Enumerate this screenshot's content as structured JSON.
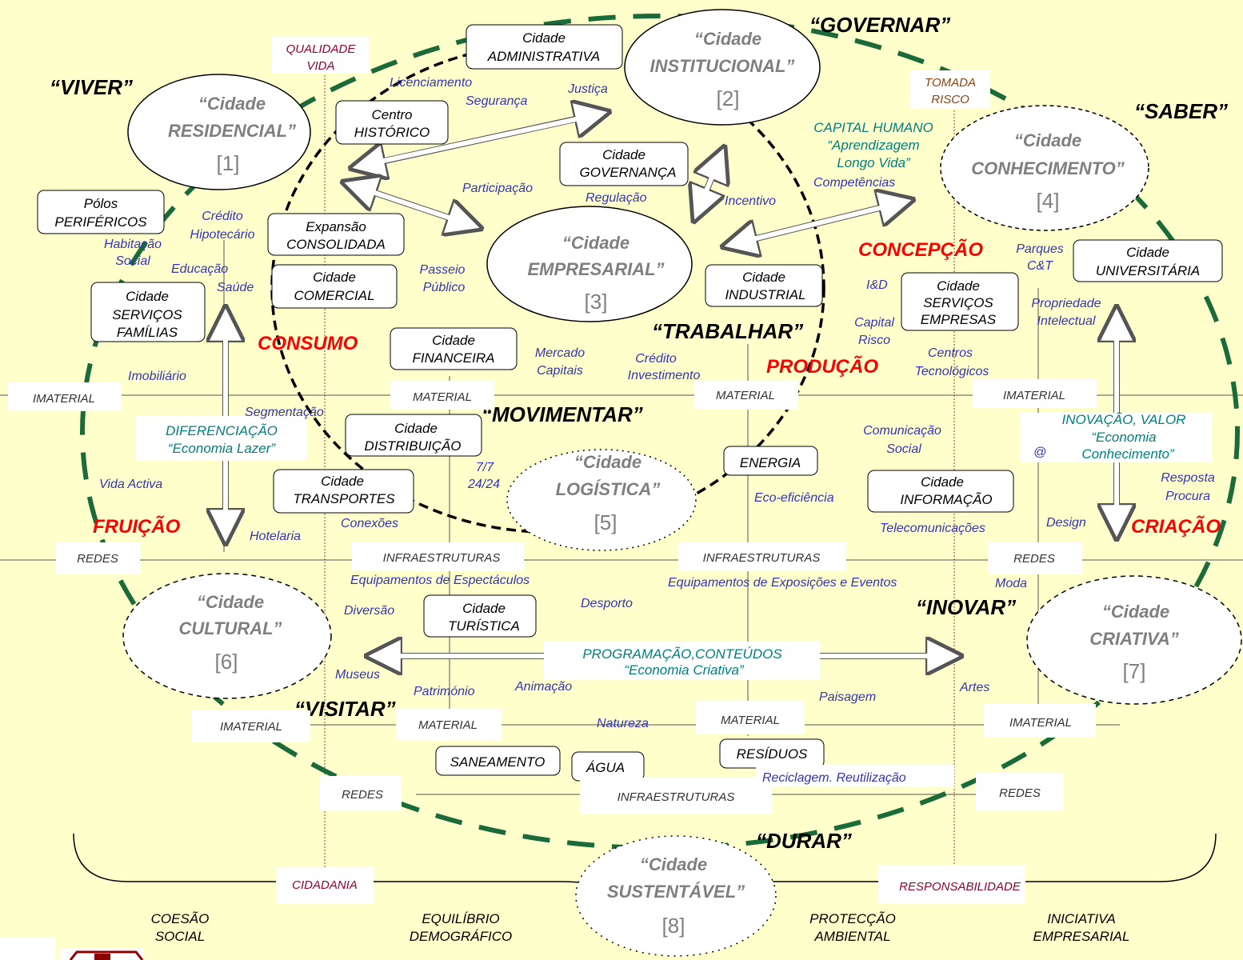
{
  "headers": {
    "governar": "“GOVERNAR”",
    "viver": "“VIVER”",
    "saber": "“SABER”",
    "trabalhar": "“TRABALHAR”",
    "movimentar": "“MOVIMENTAR”",
    "inovar": "“INOVAR”",
    "visitar": "“VISITAR”",
    "durar": "“DURAR”"
  },
  "cities": {
    "c1": {
      "l1": "“Cidade",
      "l2": "RESIDENCIAL”",
      "num": "[1]"
    },
    "c2": {
      "l1": "“Cidade",
      "l2": "INSTITUCIONAL”",
      "num": "[2]"
    },
    "c3": {
      "l1": "“Cidade",
      "l2": "EMPRESARIAL”",
      "num": "[3]"
    },
    "c4": {
      "l1": "“Cidade",
      "l2": "CONHECIMENTO”",
      "num": "[4]"
    },
    "c5": {
      "l1": "“Cidade",
      "l2": "LOGÍSTICA”",
      "num": "[5]"
    },
    "c6": {
      "l1": "“Cidade",
      "l2": "CULTURAL”",
      "num": "[6]"
    },
    "c7": {
      "l1": "“Cidade",
      "l2": "CRIATIVA”",
      "num": "[7]"
    },
    "c8": {
      "l1": "“Cidade",
      "l2": "SUSTENTÁVEL”",
      "num": "[8]"
    }
  },
  "boxes": {
    "administrativa": [
      "Cidade",
      "ADMINISTRATIVA"
    ],
    "historico": [
      "Centro",
      "HISTÓRICO"
    ],
    "governanca": [
      "Cidade",
      "GOVERNANÇA"
    ],
    "polos": [
      "Pólos",
      "PERIFÉRICOS"
    ],
    "expansao": [
      "Expansão",
      "CONSOLIDADA"
    ],
    "comercial": [
      "Cidade",
      "COMERCIAL"
    ],
    "servicos_familias": [
      "Cidade",
      "SERVIÇOS",
      "FAMÍLIAS"
    ],
    "financeira": [
      "Cidade",
      "FINANCEIRA"
    ],
    "industrial": [
      "Cidade",
      "INDUSTRIAL"
    ],
    "servicos_empresas": [
      "Cidade",
      "SERVIÇOS",
      "EMPRESAS"
    ],
    "universitaria": [
      "Cidade",
      "UNIVERSITÁRIA"
    ],
    "distribuicao": [
      "Cidade",
      "DISTRIBUIÇÃO"
    ],
    "transportes": [
      "Cidade",
      "TRANSPORTES"
    ],
    "energia": [
      "ENERGIA"
    ],
    "informacao": [
      "Cidade",
      "INFORMAÇÃO"
    ],
    "turistica": [
      "Cidade",
      "TURÍSTICA"
    ],
    "saneamento": [
      "SANEAMENTO"
    ],
    "agua": [
      "ÁGUA"
    ],
    "residuos": [
      "RESÍDUOS"
    ]
  },
  "red_labels": {
    "consumo": "CONSUMO",
    "concepcao": "CONCEPÇÃO",
    "producao": "PRODUÇÃO",
    "fruicao": "FRUIÇÃO",
    "criacao": "CRIAÇÃO"
  },
  "values": {
    "qualidade1": "QUALIDADE",
    "qualidade2": "VIDA",
    "tomada1": "TOMADA",
    "tomada2": "RISCO",
    "cidadania": "CIDADANIA",
    "responsabilidade": "RESPONSABILIDADE"
  },
  "axis_labels": {
    "imaterial": "IMATERIAL",
    "material": "MATERIAL",
    "redes": "REDES",
    "infra": "INFRAESTRUTURAS"
  },
  "teal": {
    "capital1": "CAPITAL HUMANO",
    "capital2": "“Aprendizagem",
    "capital3": "Longo  Vida”",
    "dif1": "DIFERENCIAÇÃO",
    "dif2": "“Economia Lazer”",
    "inov1": "INOVAÇÃO, VALOR",
    "inov2": "“Economia",
    "inov3": "Conhecimento”",
    "prog1": "PROGRAMAÇÃO,CONTEÚDOS",
    "prog2": "“Economia Criativa”"
  },
  "blue": {
    "licenciamento": "Licenciamento",
    "seguranca": "Segurança",
    "justica": "Justiça",
    "participacao": "Participação",
    "regulacao": "Regulação",
    "incentivo": "Incentivo",
    "competencias": "Competências",
    "credito_h1": "Crédito",
    "credito_h2": "Hipotecário",
    "habitacao1": "Habitação",
    "habitacao2": "Social",
    "educacao": "Educação",
    "saude": "Saúde",
    "passeio1": "Passeio",
    "passeio2": "Público",
    "parques1": "Parques",
    "parques2": "C&T",
    "id": "I&D",
    "propriedade1": "Propriedade",
    "propriedade2": "Intelectual",
    "capital_risco1": "Capital",
    "capital_risco2": "Risco",
    "centros1": "Centros",
    "centros2": "Tecnológicos",
    "mercado1": "Mercado",
    "mercado2": "Capitais",
    "credito_i1": "Crédito",
    "credito_i2": "Investimento",
    "imobiliario": "Imobiliário",
    "segmentacao": "Segmentação",
    "comunicacao1": "Comunicação",
    "comunicacao2": "Social",
    "arroba": "@",
    "vida_activa": "Vida Activa",
    "sete1": "7/7",
    "sete2": "24/24",
    "eco": "Eco-eficiência",
    "resposta1": "Resposta",
    "resposta2": "Procura",
    "hotelaria": "Hotelaria",
    "conexoes": "Conexões",
    "telecom": "Telecomunicações",
    "design": "Design",
    "equip_espect": "Equipamentos de Espectáculos",
    "equip_expo": "Equipamentos de Exposições e Eventos",
    "moda": "Moda",
    "diversao": "Diversão",
    "desporto": "Desporto",
    "museus": "Museus",
    "patrimonio": "Património",
    "animacao": "Animação",
    "paisagem": "Paisagem",
    "artes": "Artes",
    "natureza": "Natureza",
    "reciclagem": "Reciclagem. Reutilização"
  },
  "bottom": {
    "coesao1": "COESÃO",
    "coesao2": "SOCIAL",
    "equilibrio1": "EQUILÍBRIO",
    "equilibrio2": "DEMOGRÁFICO",
    "proteccao1": "PROTECÇÃO",
    "proteccao2": "AMBIENTAL",
    "iniciativa1": "INICIATIVA",
    "iniciativa2": "EMPRESARIAL"
  },
  "colors": {
    "background": "#FFFFCC",
    "outer_ellipse": "#1B6B3A",
    "inner_circle": "#000000",
    "city_title": "#7F7F7F",
    "accent_red": "#FF0000",
    "blue_text": "#3333BB",
    "teal_text": "#008080",
    "value_text": "#990033"
  }
}
